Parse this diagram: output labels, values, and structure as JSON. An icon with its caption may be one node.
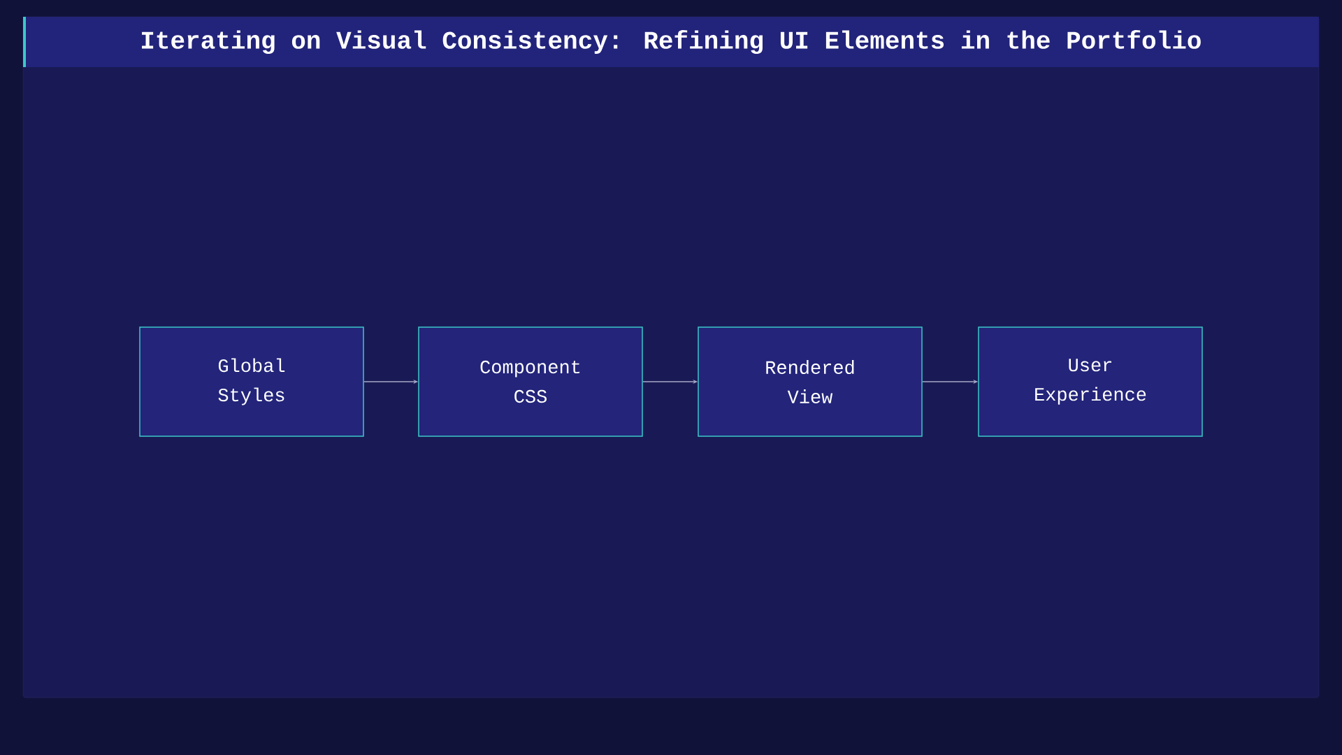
{
  "diagram": {
    "title": "Iterating on Visual Consistency: Refining UI Elements in the Portfolio",
    "nodes": [
      {
        "text": [
          "Global Styles"
        ]
      },
      {
        "text": [
          "Component CSS"
        ]
      },
      {
        "text": [
          "Rendered View"
        ]
      },
      {
        "text": [
          "User Experience"
        ]
      }
    ],
    "edges": [
      {
        "from": 0,
        "to": 1,
        "arrow": "to"
      },
      {
        "from": 1,
        "to": 2,
        "arrow": "to"
      },
      {
        "from": 2,
        "to": 3,
        "arrow": "to"
      }
    ]
  }
}
